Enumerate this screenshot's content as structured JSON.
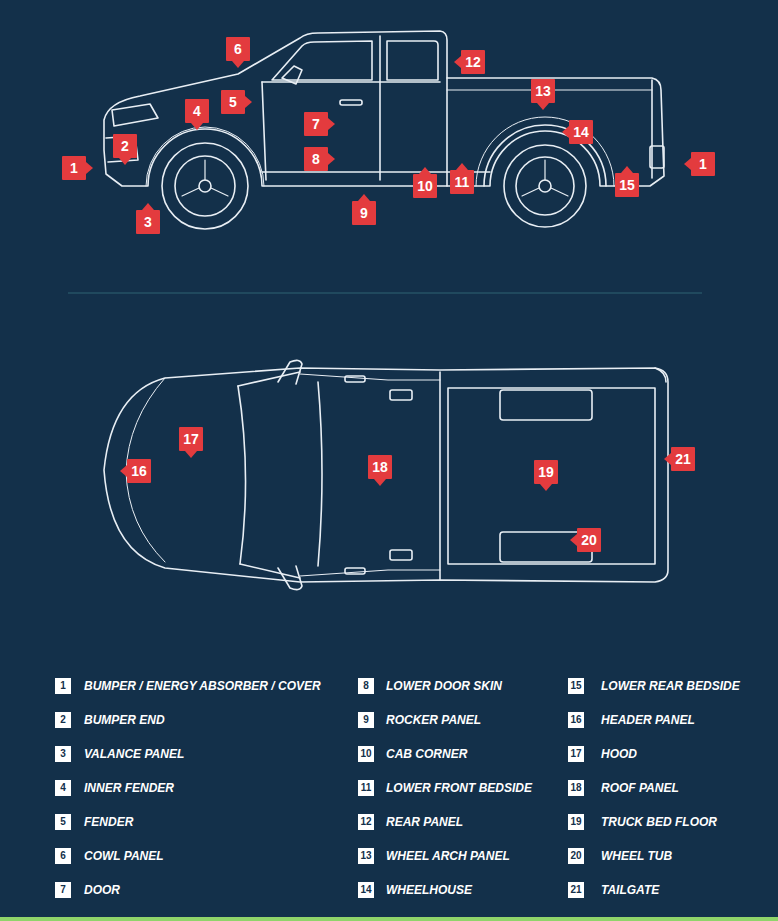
{
  "diagram": {
    "labels": [
      "1",
      "2",
      "3",
      "4",
      "5",
      "6",
      "7",
      "8",
      "9",
      "10",
      "11",
      "12",
      "13",
      "14",
      "15",
      "1",
      "16",
      "17",
      "18",
      "19",
      "20",
      "21",
      "1",
      "BUMPER / ENERGY ABSORBER / COVER",
      "2",
      "BUMPER END",
      "3",
      "VALANCE PANEL",
      "4",
      "INNER FENDER",
      "5",
      "FENDER",
      "6",
      "COWL PANEL",
      "7",
      "DOOR",
      "8",
      "LOWER DOOR SKIN",
      "9",
      "ROCKER PANEL",
      "10",
      "CAB CORNER",
      "11",
      "LOWER FRONT BEDSIDE",
      "12",
      "REAR PANEL",
      "13",
      "WHEEL ARCH PANEL",
      "14",
      "WHEELHOUSE",
      "15",
      "LOWER REAR BEDSIDE",
      "16",
      "HEADER PANEL",
      "17",
      "HOOD",
      "18",
      "ROOF PANEL",
      "19",
      "TRUCK BED FLOOR",
      "20",
      "WHEEL TUB",
      "21",
      "TAILGATE"
    ]
  }
}
